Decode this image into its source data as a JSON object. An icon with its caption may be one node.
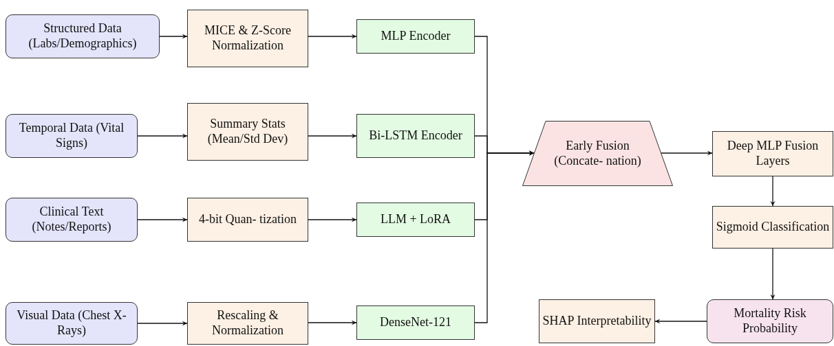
{
  "diagram": {
    "nodes": [
      {
        "text": [
          "Structured Data (Labs/Demographics)"
        ]
      },
      {
        "text": [
          "Temporal Data (Vital Signs)"
        ]
      },
      {
        "text": [
          "Clinical Text (Notes/Reports)"
        ]
      },
      {
        "text": [
          "Visual Data (Chest X-Rays)"
        ]
      },
      {
        "text": [
          "MICE & Z-Score Normalization"
        ]
      },
      {
        "text": [
          "Summary Stats (Mean/Std Dev)"
        ]
      },
      {
        "text": [
          "4-bit Quan- tization"
        ]
      },
      {
        "text": [
          "Rescaling & Normalization"
        ]
      },
      {
        "text": [
          "MLP Encoder"
        ]
      },
      {
        "text": [
          "Bi-LSTM Encoder"
        ]
      },
      {
        "text": [
          "LLM + LoRA"
        ]
      },
      {
        "text": [
          "DenseNet-121"
        ]
      },
      {
        "text": [
          "Early Fusion (Concate- nation)"
        ]
      },
      {
        "text": [
          "Deep MLP Fusion Layers"
        ]
      },
      {
        "text": [
          "Sigmoid Classification"
        ]
      },
      {
        "text": [
          "Mortality Risk Probability"
        ]
      },
      {
        "text": [
          "SHAP Interpretability"
        ]
      }
    ],
    "edges": [
      {
        "from": 0,
        "to": 4,
        "arrow": "to"
      },
      {
        "from": 4,
        "to": 8,
        "arrow": "to"
      },
      {
        "from": 1,
        "to": 5,
        "arrow": "to"
      },
      {
        "from": 5,
        "to": 9,
        "arrow": "to"
      },
      {
        "from": 2,
        "to": 6,
        "arrow": "to"
      },
      {
        "from": 6,
        "to": 10,
        "arrow": "to"
      },
      {
        "from": 3,
        "to": 7,
        "arrow": "to"
      },
      {
        "from": 7,
        "to": 11,
        "arrow": "to"
      },
      {
        "from": 8,
        "to": 12,
        "arrow": "to"
      },
      {
        "from": 9,
        "to": 12,
        "arrow": "to"
      },
      {
        "from": 10,
        "to": 12,
        "arrow": "to"
      },
      {
        "from": 11,
        "to": 12,
        "arrow": "to"
      },
      {
        "from": 12,
        "to": 13,
        "arrow": "to"
      },
      {
        "from": 13,
        "to": 14,
        "arrow": "to"
      },
      {
        "from": 14,
        "to": 15,
        "arrow": "to"
      },
      {
        "from": 15,
        "to": 16,
        "arrow": "to"
      }
    ]
  }
}
